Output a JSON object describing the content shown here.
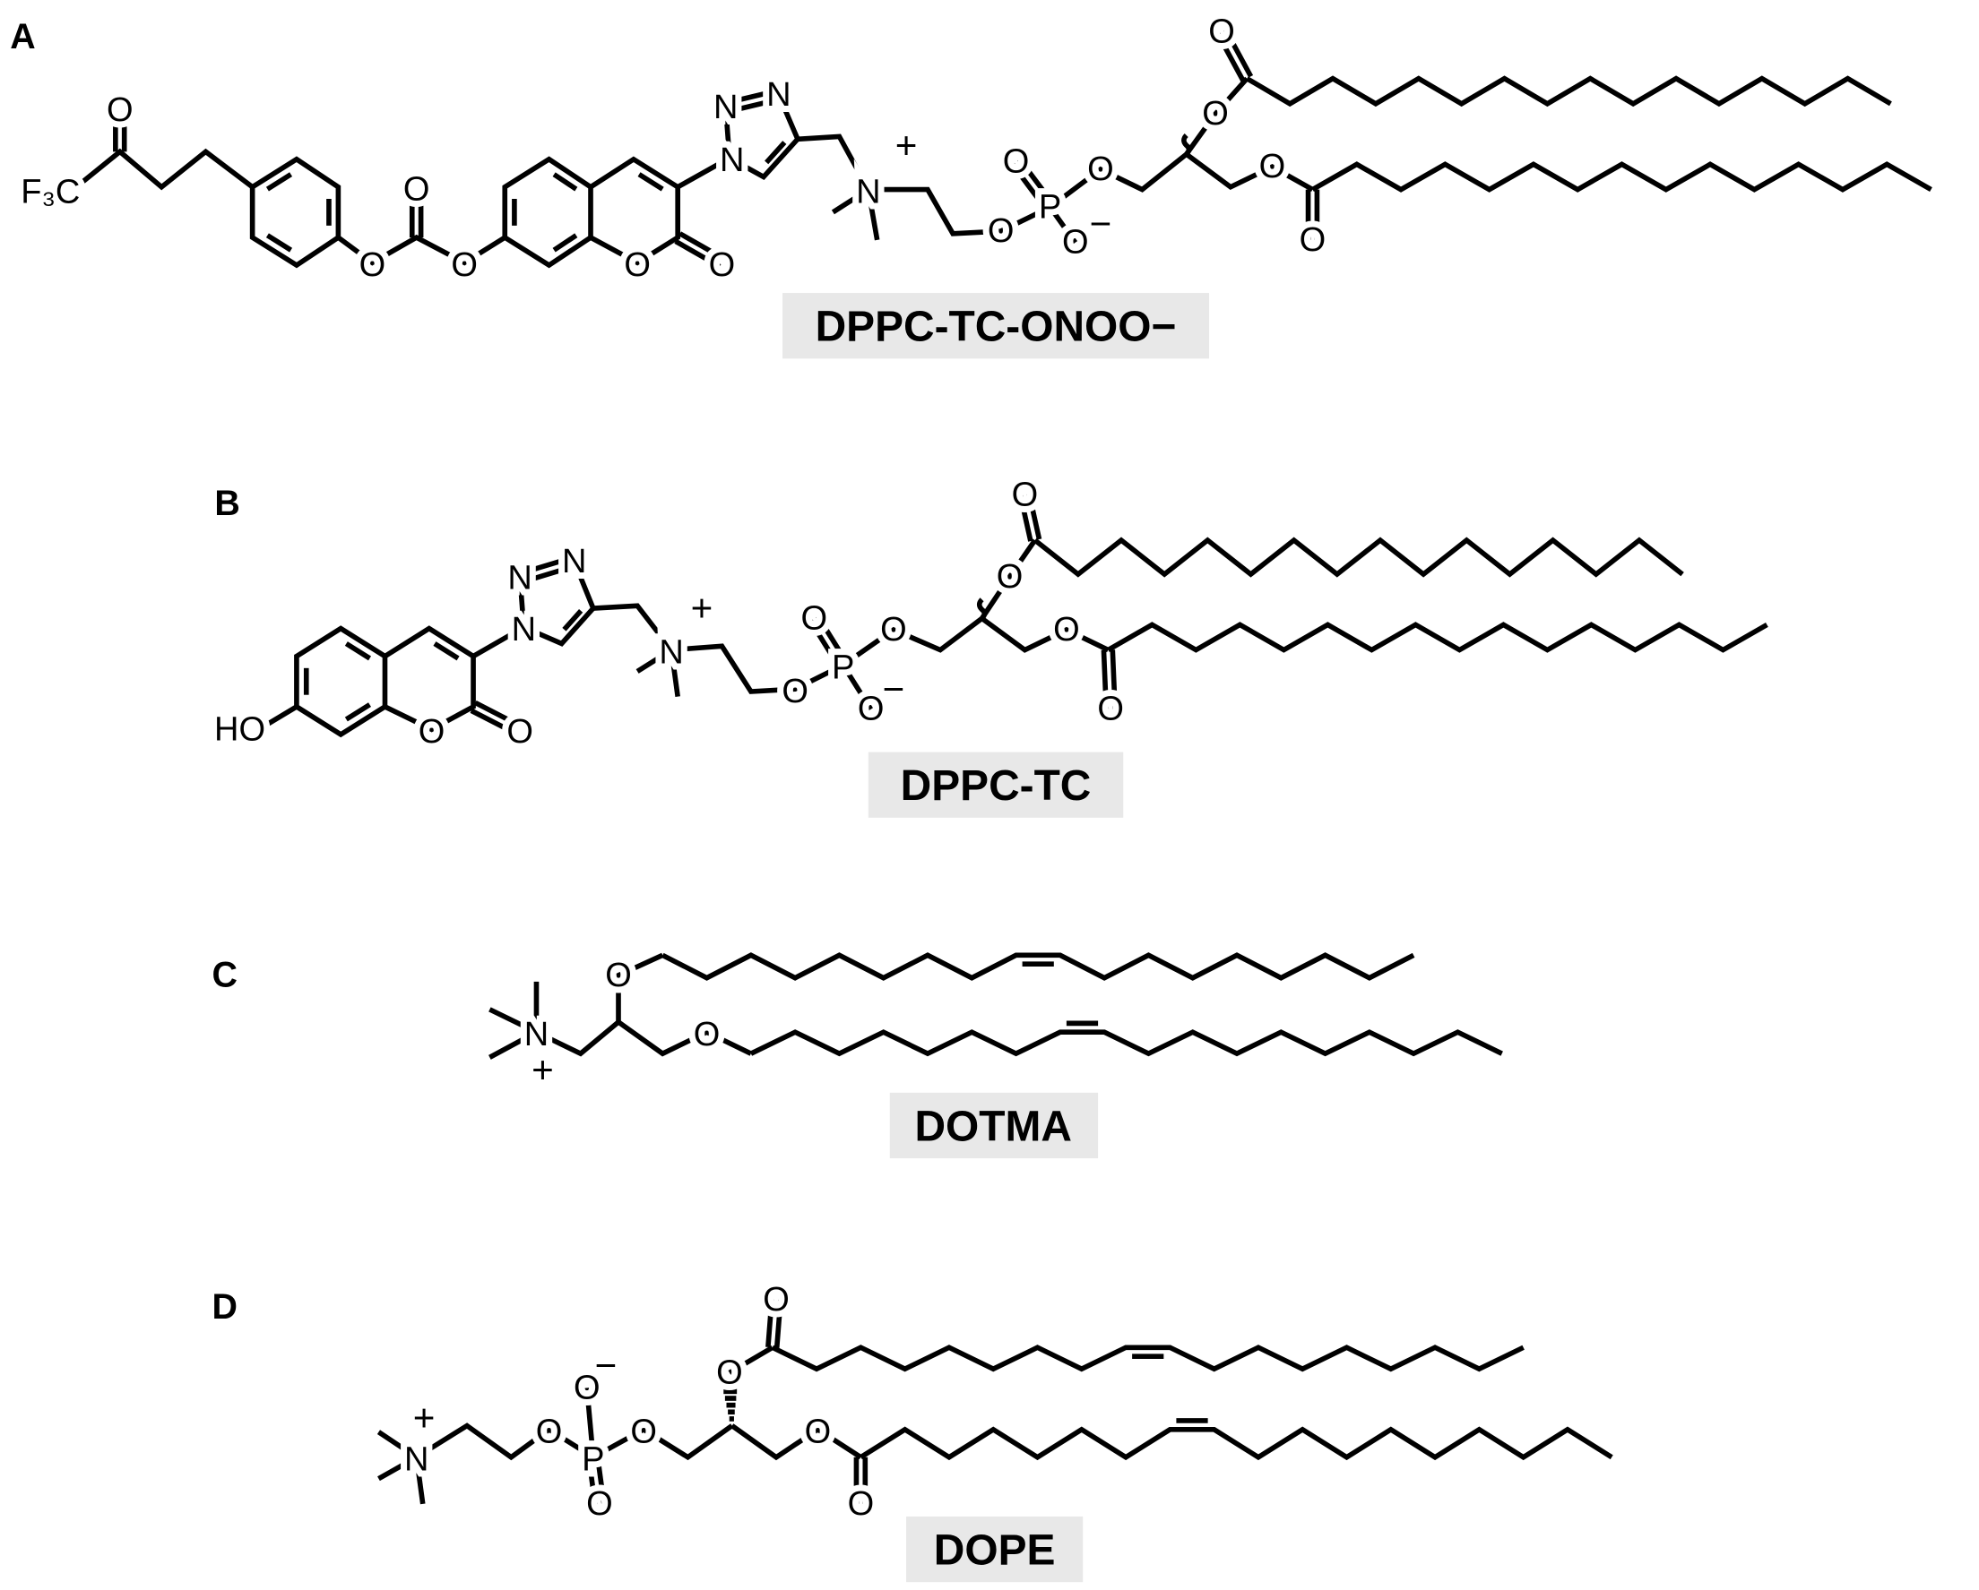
{
  "panels": [
    {
      "letter": "A",
      "name": "DPPC-TC-ONOO−",
      "atoms": [
        "F₃C",
        "O",
        "O",
        "O",
        "O",
        "O",
        "O",
        "N",
        "N",
        "N",
        "N",
        "+",
        "O",
        "P",
        "O",
        "O",
        "−",
        "O",
        "O",
        "O",
        "O",
        "O"
      ]
    },
    {
      "letter": "B",
      "name": "DPPC-TC",
      "atoms": [
        "HO",
        "O",
        "O",
        "N",
        "N",
        "N",
        "N",
        "+",
        "O",
        "P",
        "O",
        "O",
        "−",
        "O",
        "O",
        "O",
        "O",
        "O"
      ]
    },
    {
      "letter": "C",
      "name": "DOTMA",
      "atoms": [
        "N",
        "+",
        "O",
        "O"
      ]
    },
    {
      "letter": "D",
      "name": "DOPE",
      "atoms": [
        "N",
        "+",
        "O",
        "P",
        "O",
        "−",
        "O",
        "O",
        "O",
        "O",
        "O",
        "O"
      ]
    }
  ]
}
